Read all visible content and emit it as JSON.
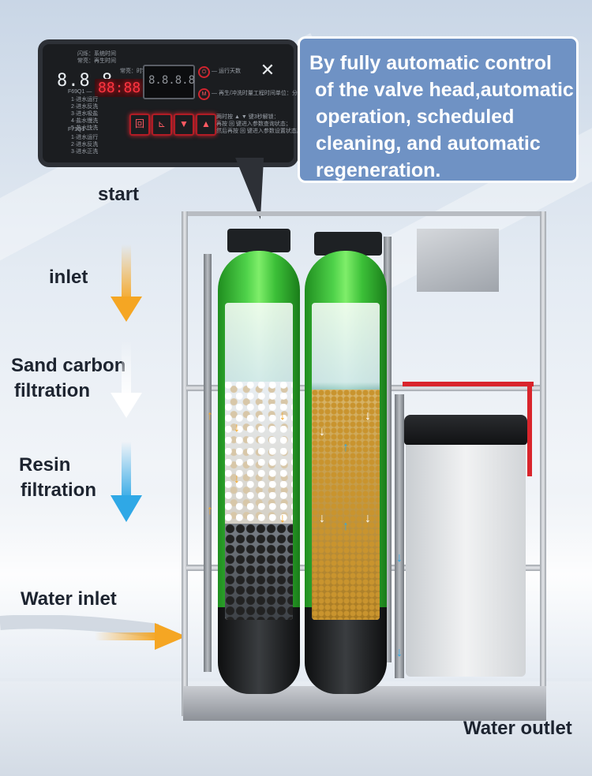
{
  "callout": {
    "lines": [
      "By fully automatic control",
      " of the valve head,automatic",
      "operation, scheduled",
      "cleaning, and automatic",
      "regeneration."
    ]
  },
  "labels": {
    "start": "start",
    "inlet": "inlet",
    "sand_carbon": [
      "Sand carbon",
      "filtration"
    ],
    "resin": [
      "Resin",
      "filtration"
    ],
    "water_inlet": "Water inlet",
    "water_outlet": "Water outlet"
  },
  "panel": {
    "display_white": "8.8.8.",
    "display_red": "88:88",
    "display_screen": "8.8.8.8",
    "model_a": "F69Q1 —",
    "model_b": "F71Q1 —"
  },
  "colors": {
    "arrow_orange": "#f5a623",
    "arrow_blue": "#2fa8e6",
    "arrow_white": "#ffffff",
    "callout_bg": "#6f92c4",
    "tank_green": "#4fd24a"
  },
  "icons": [
    "arrow-down-icon",
    "company-logo-icon",
    "power-icon",
    "menu-icon",
    "up-icon",
    "down-icon"
  ]
}
